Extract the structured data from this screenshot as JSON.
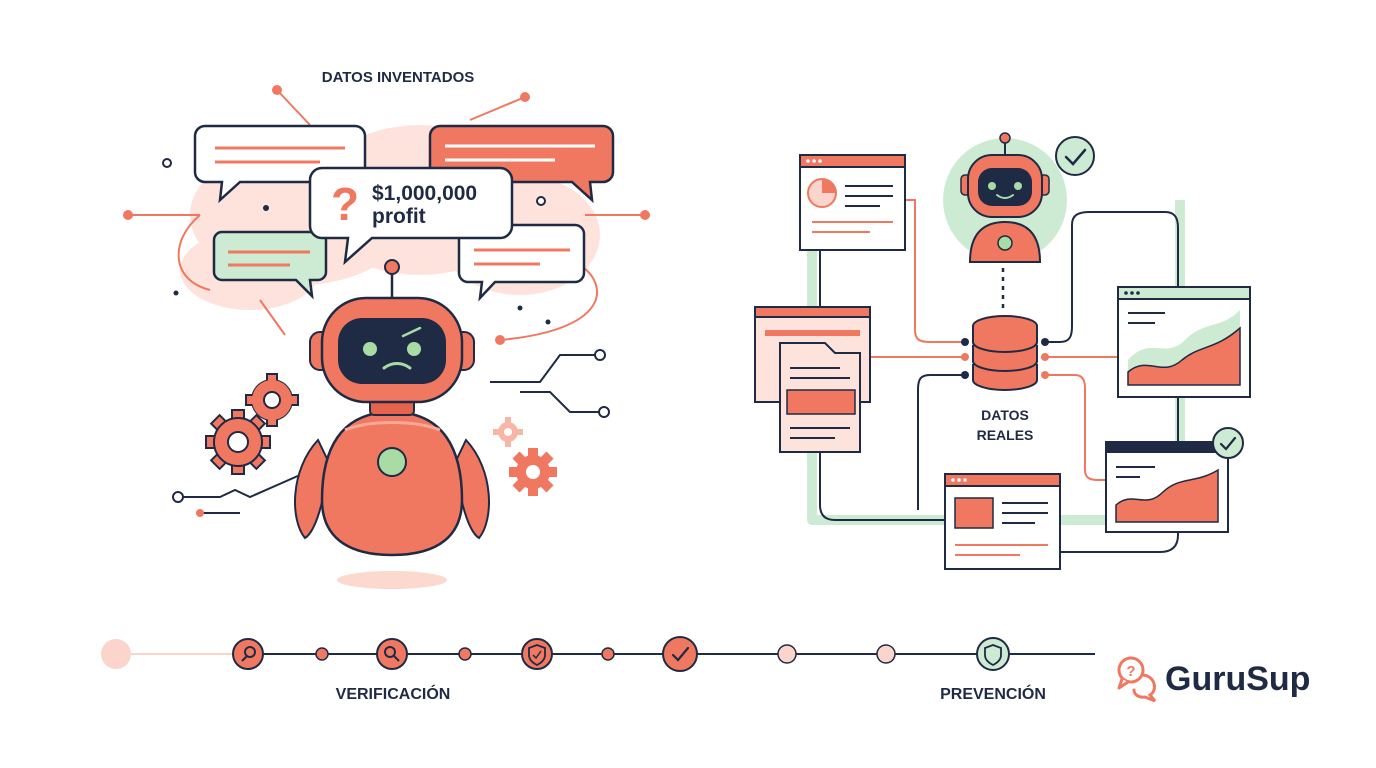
{
  "left_panel": {
    "title": "DATOS INVENTADOS",
    "bubble_price": "$1,000,000",
    "bubble_word": "profit",
    "question_mark": "?"
  },
  "right_panel": {
    "db_label_line1": "DATOS",
    "db_label_line2": "REALES"
  },
  "timeline": {
    "label_left": "VERIFICACIÓN",
    "label_right": "PREVENCIÓN"
  },
  "brand": {
    "name": "GuruSup",
    "icon_text": "?"
  },
  "colors": {
    "coral": "#f07860",
    "coral_light": "#fbd5cc",
    "navy": "#1f2a44",
    "mint": "#cdebd2",
    "mint_dark": "#6cc28a"
  }
}
